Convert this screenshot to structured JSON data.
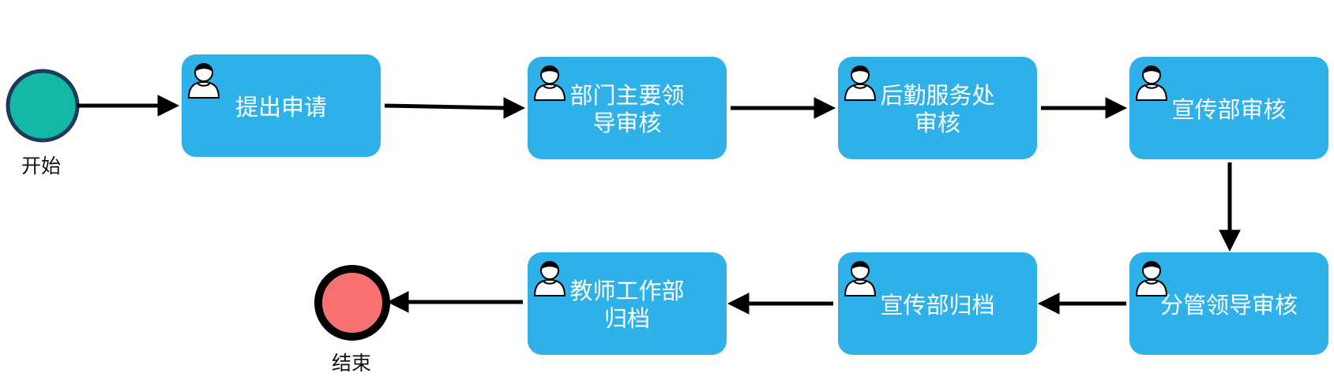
{
  "colors": {
    "task_fill": "#2eb0e8",
    "task_text": "#ffffff",
    "start_fill": "#13b8a6",
    "start_stroke": "#1c3a5c",
    "end_fill": "#f87171",
    "end_stroke": "#000000",
    "edge": "#000000"
  },
  "start_event": {
    "label": "开始"
  },
  "end_event": {
    "label": "结束"
  },
  "tasks": [
    {
      "label": "提出申请",
      "icon": "user-icon"
    },
    {
      "label": "部门主要领\n导审核",
      "icon": "user-icon"
    },
    {
      "label": "后勤服务处\n审核",
      "icon": "user-icon"
    },
    {
      "label": "宣传部审核",
      "icon": "user-icon"
    },
    {
      "label": "分管领导审核",
      "icon": "user-icon"
    },
    {
      "label": "宣传部归档",
      "icon": "user-icon"
    },
    {
      "label": "教师工作部\n归档",
      "icon": "user-icon"
    }
  ]
}
